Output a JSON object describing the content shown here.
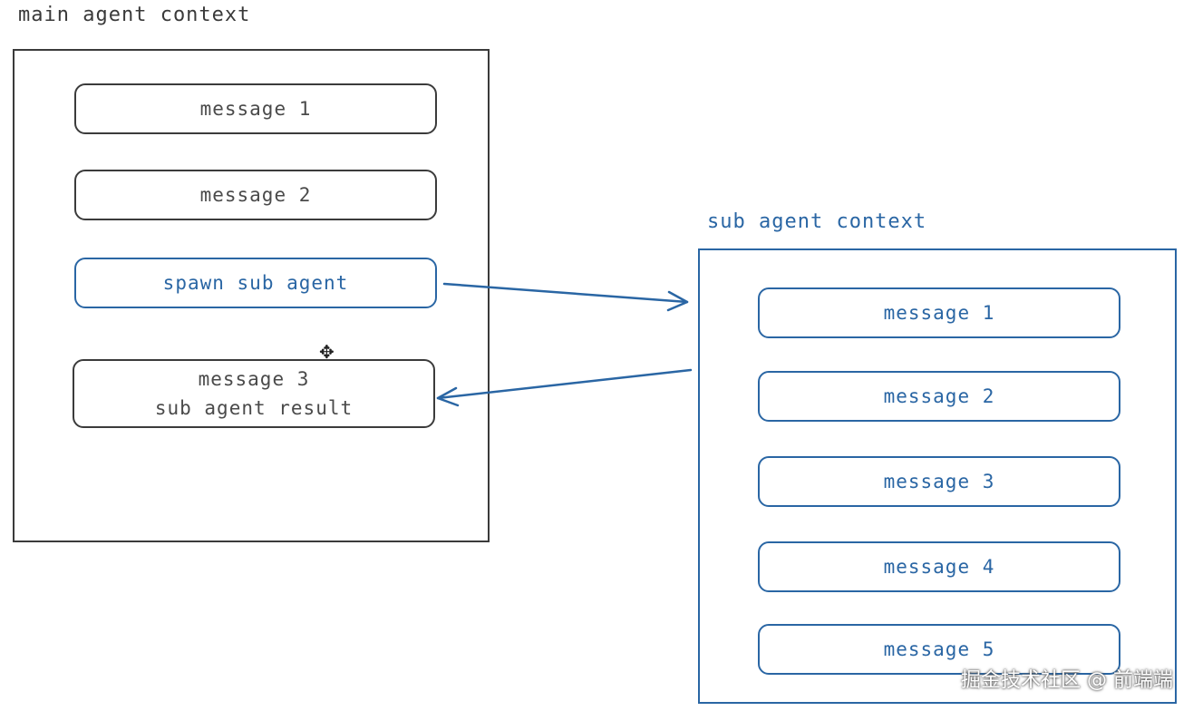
{
  "main": {
    "title": "main agent context",
    "messages": [
      {
        "line1": "message 1",
        "line2": ""
      },
      {
        "line1": "message 2",
        "line2": ""
      },
      {
        "line1": "spawn sub agent",
        "line2": ""
      },
      {
        "line1": "message 3",
        "line2": "sub agent result"
      }
    ]
  },
  "sub": {
    "title": "sub agent context",
    "messages": [
      {
        "line1": "message 1"
      },
      {
        "line1": "message 2"
      },
      {
        "line1": "message 3"
      },
      {
        "line1": "message 4"
      },
      {
        "line1": "message 5"
      }
    ]
  },
  "colors": {
    "dark": "#3b3b3b",
    "accent": "#2a66a4"
  },
  "cursor_icon": "move-cursor-icon",
  "watermark": "掘金技术社区 @ 前端端"
}
